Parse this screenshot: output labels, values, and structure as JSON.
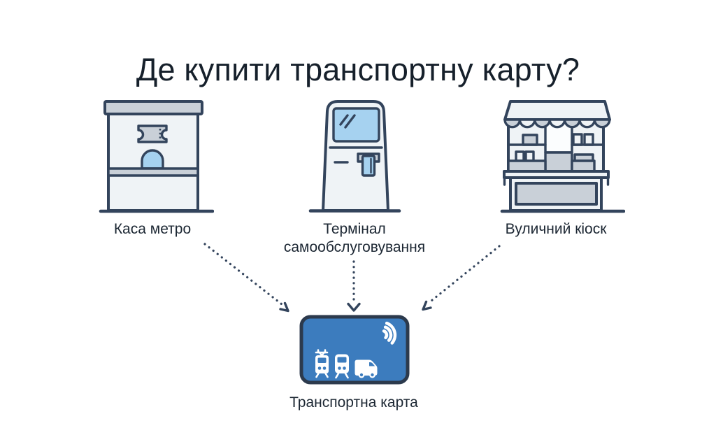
{
  "title": "Де купити транспортну карту?",
  "diagram": {
    "sources": [
      {
        "label": "Каса метро",
        "icon": "metro-ticket-office-icon"
      },
      {
        "label": "Термінал самообслуговування",
        "icon": "self-service-terminal-icon"
      },
      {
        "label": "Вуличний кіоск",
        "icon": "street-kiosk-icon"
      }
    ],
    "target": {
      "label": "Транспортна карта",
      "icon": "transport-card-icon",
      "card_symbols": [
        "contactless-waves-icon",
        "tram-icon",
        "metro-train-icon",
        "minibus-icon"
      ]
    },
    "connectors": "three dotted arrows from sources to transport card"
  },
  "colors": {
    "background": "#ffffff",
    "outline": "#33445c",
    "fill_light": "#eff3f6",
    "fill_gray": "#c9d0d8",
    "fill_blue": "#a6d2f0",
    "card_blue": "#3c7cbe",
    "card_border": "#2c3a4d",
    "arrow": "#33445c",
    "title_text": "#16202b",
    "label_text": "#1c2733"
  }
}
